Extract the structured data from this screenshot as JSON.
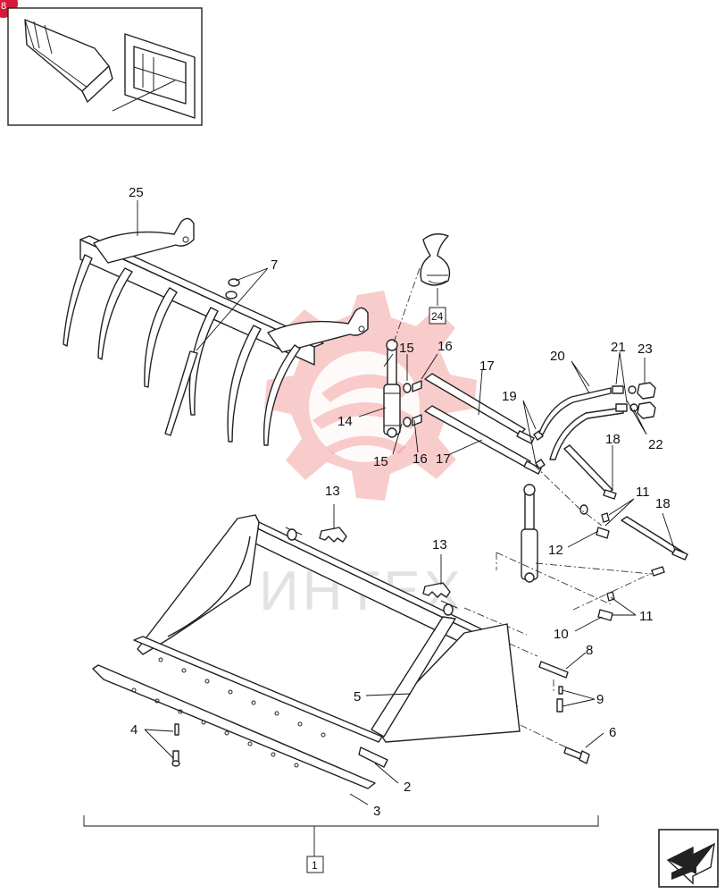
{
  "labels": {
    "l1": "1",
    "l2": "2",
    "l3": "3",
    "l4": "4",
    "l5": "5",
    "l6": "6",
    "l7": "7",
    "l8": "8",
    "l9": "9",
    "l10": "10",
    "l11a": "11",
    "l11b": "11",
    "l12": "12",
    "l13a": "13",
    "l13b": "13",
    "l14": "14",
    "l15a": "15",
    "l15b": "15",
    "l16a": "16",
    "l16b": "16",
    "l17a": "17",
    "l17b": "17",
    "l18a": "18",
    "l18b": "18",
    "l19": "19",
    "l20": "20",
    "l21": "21",
    "l22": "22",
    "l23": "23",
    "l24": "24",
    "l25": "25"
  },
  "badge": {
    "text": "8"
  },
  "watermark": {
    "text": "ИНТЕХ"
  },
  "colors": {
    "ink": "#222222",
    "badge": "#d8183a",
    "watermark": "#f4a3a3"
  },
  "icons": {
    "nav": "arrow-next-icon"
  }
}
